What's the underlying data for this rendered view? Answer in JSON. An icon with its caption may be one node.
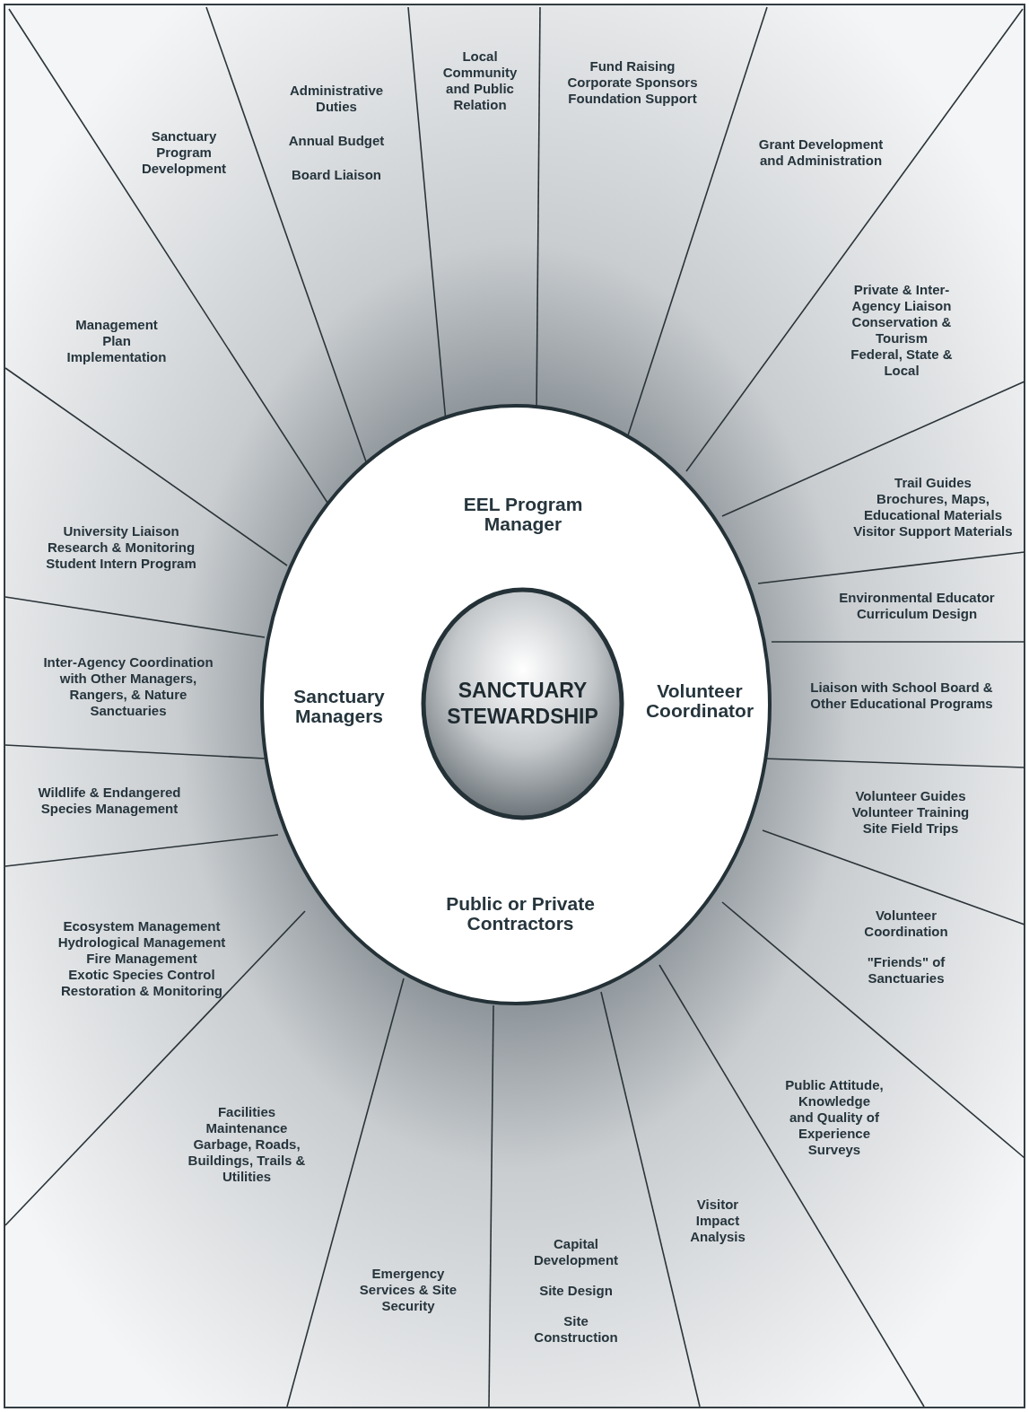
{
  "diagram": {
    "nodes": [
      {
        "text": [
          "EEL Program Manager",
          "Sanctuary Managers",
          "Volunteer Coordinator",
          "Public or Private Contractors"
        ]
      },
      {
        "text": [
          "SANCTUARY STEWARDSHIP"
        ],
        "in": 0
      },
      {
        "text": [
          "Management Plan Implementation"
        ]
      },
      {
        "text": [
          "Sanctuary Program Development"
        ]
      },
      {
        "text": [
          "Administrative Duties",
          "Annual Budget",
          "Board Liaison"
        ]
      },
      {
        "text": [
          "Local Community and Public Relation"
        ]
      },
      {
        "text": [
          "Fund Raising",
          "Corporate Sponsors",
          "Foundation Support"
        ]
      },
      {
        "text": [
          "Grant Development and Administration"
        ]
      },
      {
        "text": [
          "Private & Inter-Agency Liaison",
          "Conservation & Tourism",
          "Federal, State & Local"
        ]
      },
      {
        "text": [
          "Trail Guides",
          "Brochures, Maps, Educational Materials",
          "Visitor Support Materials"
        ]
      },
      {
        "text": [
          "Environmental Educator",
          "Curriculum Design"
        ]
      },
      {
        "text": [
          "Liaison with School Board & Other Educational Programs"
        ]
      },
      {
        "text": [
          "Volunteer Guides",
          "Volunteer Training",
          "Site Field Trips"
        ]
      },
      {
        "text": [
          "Volunteer Coordination",
          "\"Friends\" of Sanctuaries"
        ]
      },
      {
        "text": [
          "Public Attitude, Knowledge and Quality of Experience Surveys"
        ]
      },
      {
        "text": [
          "Visitor Impact Analysis"
        ]
      },
      {
        "text": [
          "Capital Development",
          "Site Design",
          "Site Construction"
        ]
      },
      {
        "text": [
          "Emergency Services & Site Security"
        ]
      },
      {
        "text": [
          "Facilities Maintenance",
          "Garbage, Roads, Buildings, Trails & Utilities"
        ]
      },
      {
        "text": [
          "Ecosystem Management",
          "Hydrological Management",
          "Fire Management",
          "Exotic Species Control",
          "Restoration & Monitoring"
        ]
      },
      {
        "text": [
          "Wildlife & Endangered Species Management"
        ]
      },
      {
        "text": [
          "Inter-Agency Coordination with Other Managers, Rangers, & Nature Sanctuaries"
        ]
      },
      {
        "text": [
          "University Liaison",
          "Research & Monitoring",
          "Student Intern Program"
        ]
      }
    ]
  }
}
